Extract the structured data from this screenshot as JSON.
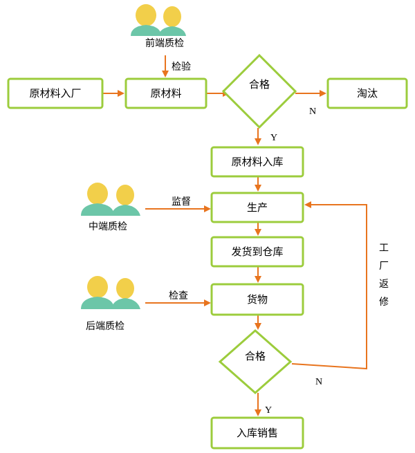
{
  "colors": {
    "box_fill": "#ffffff",
    "box_border": "#9ccc3c",
    "arrow": "#e8741e",
    "person_body": "#6cc6a8",
    "person_head": "#f2cf4a"
  },
  "people": {
    "front": "前端质检",
    "middle": "中端质检",
    "back": "后端质检"
  },
  "nodes": {
    "raw_in": "原材料入厂",
    "raw": "原材料",
    "check1": "合格",
    "reject": "淘汰",
    "storage": "原材料入库",
    "production": "生产",
    "ship": "发货到仓库",
    "goods": "货物",
    "check2": "合格",
    "sales": "入库销售"
  },
  "edges": {
    "inspect": "检验",
    "supervise": "监督",
    "check": "检查",
    "yes1": "Y",
    "no1": "N",
    "yes2": "Y",
    "no2": "N",
    "repair": [
      "工",
      "厂",
      "返",
      "修"
    ]
  }
}
